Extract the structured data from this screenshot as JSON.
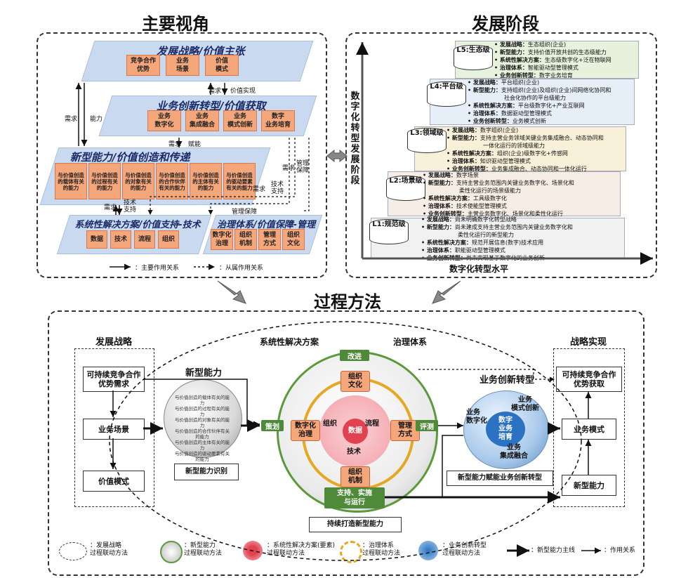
{
  "titles": {
    "main_perspective": "主要视角",
    "development_stage": "发展阶段",
    "process_method": "过程方法"
  },
  "perspective": {
    "strategy_title": "发展战略/价值主张",
    "strategy_items": [
      "竞争合作\n优势",
      "业务\n场景",
      "价值\n模式"
    ],
    "innovation_title": "业务创新转型/价值获取",
    "innovation_items": [
      "业务\n数字化",
      "业务\n集成融合",
      "业务\n模式创新",
      "数字\n业务培育"
    ],
    "capability_title": "新型能力/价值创造和传递",
    "capability_items": [
      "与价值创造的载体有关的能力",
      "与价值创造的过程有关的能力",
      "与价值创造的对象有关的能力",
      "与价值创造的合作伙伴有关的能力",
      "与价值创造的主体有关的能力",
      "与价值创造的驱动要素有关的能力"
    ],
    "solution_title": "系统性解决方案/价值支持-技术",
    "solution_items": [
      "数据",
      "技术",
      "流程",
      "组织"
    ],
    "governance_title": "治理体系/价值保障-管理",
    "governance_items": [
      "数字化\n治理",
      "组织\n机制",
      "管理\n方式",
      "组织\n文化"
    ],
    "arrow_labels": {
      "demand": "需求",
      "value_realize": "价值实现",
      "capability": "能力",
      "demand2": "需求",
      "enable": "赋能",
      "demand3": "需求",
      "tech_support": "技术\n支持",
      "demand4": "需求",
      "mgmt_guarantee": "管理\n保障",
      "tech_support2": "技术\n支持",
      "demand5": "需求",
      "mgmt_guarantee2": "管理保障",
      "demand6": "需求"
    },
    "legend_main": "：主要作用关系",
    "legend_sub": "：从属作用关系"
  },
  "stages": {
    "y_axis": "数字化转型发展阶段",
    "x_axis": "数字化转型水平",
    "levels": [
      {
        "name": "L1:规范级",
        "lines": [
          [
            "发展战略：",
            "尚未明确数字化转型战略"
          ],
          [
            "新型能力：",
            "尚未建成支持主营业务范围内关键业务数字化和"
          ],
          [
            "",
            "柔性化运行的新型能力"
          ],
          [
            "系统性解决方案：",
            "规范开展信息(数字)技术应用"
          ],
          [
            "治理体系：",
            "职能驱动型管理模式"
          ],
          [
            "业务创新转型：",
            "尚未实现基于数字化的业务创新"
          ]
        ]
      },
      {
        "name": "L2:场景级",
        "lines": [
          [
            "发展战略：",
            "数字场景"
          ],
          [
            "新型能力：",
            "支持主营业务范围内关键业务数字化、场景化和"
          ],
          [
            "",
            "柔性化运行的场景级能力"
          ],
          [
            "系统性解决方案：",
            "工具级数字化"
          ],
          [
            "治理体系：",
            "技术使能型管理模式"
          ],
          [
            "业务创新转型：",
            "主营业务数字化、场景化和柔性化运行"
          ]
        ]
      },
      {
        "name": "L3:领域级",
        "lines": [
          [
            "发展战略：",
            "数字组织(企业)"
          ],
          [
            "新型能力：",
            "支持主营业务领域关键业务集成融合、动态协同和"
          ],
          [
            "",
            "一体化运行的领域级能力"
          ],
          [
            "系统性解决方案：",
            "组织(企业)级数字化+传感网"
          ],
          [
            "治理体系：",
            "知识驱动型管理模式"
          ],
          [
            "业务创新转型：",
            "业务集成融合、动态协同和一体化运行"
          ]
        ]
      },
      {
        "name": "L4:平台级",
        "lines": [
          [
            "发展战略：",
            "平台组织(企业)"
          ],
          [
            "新型能力：",
            "支持组织(企业)及组织(企业)间网络化协同和"
          ],
          [
            "",
            "社会化协作的平台级能力"
          ],
          [
            "系统性解决方案：",
            "平台级数字化+产业互联网"
          ],
          [
            "治理体系：",
            "数据驱动型管理模式"
          ],
          [
            "业务创新转型：",
            "业务模式创新"
          ]
        ]
      },
      {
        "name": "L5:生态级",
        "lines": [
          [
            "发展战略：",
            "生态组织(企业)"
          ],
          [
            "新型能力：",
            "支持价值开放共创的生态级能力"
          ],
          [
            "系统性解决方案：",
            "生态级数字化+泛在物联网"
          ],
          [
            "治理体系：",
            "智能驱动型管理模式"
          ],
          [
            "业务创新转型：",
            "数字业务培育"
          ]
        ]
      }
    ]
  },
  "process": {
    "left_title": "发展战略",
    "left_items": [
      "可持续竞争合作\n优势需求",
      "业务场景",
      "价值模式"
    ],
    "capability_title": "新型能力",
    "capability_identify": "新型能力识别",
    "sphere_words": [
      "与价值创造的载体有关的能力",
      "与价值创造的过程有关的能力",
      "与价值创造的对象有关的能力",
      "与价值创造的合作伙伴有关的能力",
      "与价值创造的主体有关的能力",
      "与价值创造的驱动要素有关的能力"
    ],
    "solution_label": "系统性解决方案",
    "governance_label": "治理体系",
    "improve": "改进",
    "plan": "策划",
    "evaluate": "评测",
    "support_run": "支持、实施\n与运行",
    "continuous": "持续打造新型能力",
    "org_culture": "组织\n文化",
    "digital_gov": "数字化\n治理",
    "mgmt_mode": "管理\n方式",
    "org_mech": "组织\n机制",
    "core": {
      "org": "组织",
      "flow": "流程",
      "data": "数据",
      "tech": "技术"
    },
    "innovation_title": "业务创新转型",
    "innovation_items": {
      "a": "业务\n数字化",
      "b": "业务\n模式创新",
      "c": "数字\n业务\n培育",
      "d": "业务\n集成融合"
    },
    "innovation_caption": "新型能力赋能业务创新转型",
    "right_title": "战略实现",
    "right_items": [
      "可持续竞争合作\n优势获取",
      "业务模式",
      "新型能力"
    ]
  },
  "legend": [
    {
      "text": "：发展战略\n过程联动方法"
    },
    {
      "text": "：新型能力\n过程联动方法"
    },
    {
      "text": "：系统性解决方案(要素)\n过程联动方法"
    },
    {
      "text": "：治理体系\n过程联动方法"
    },
    {
      "text": "：业务创新转型\n过程联动方法"
    },
    {
      "text": "：新型能力主线"
    },
    {
      "text": "：作用关系"
    }
  ],
  "colors": {
    "para_blue": "#c9daf0",
    "orange": "#f4a77a",
    "green": "#4e8a3a",
    "gold": "#e6a723",
    "red": "#e2414f"
  }
}
